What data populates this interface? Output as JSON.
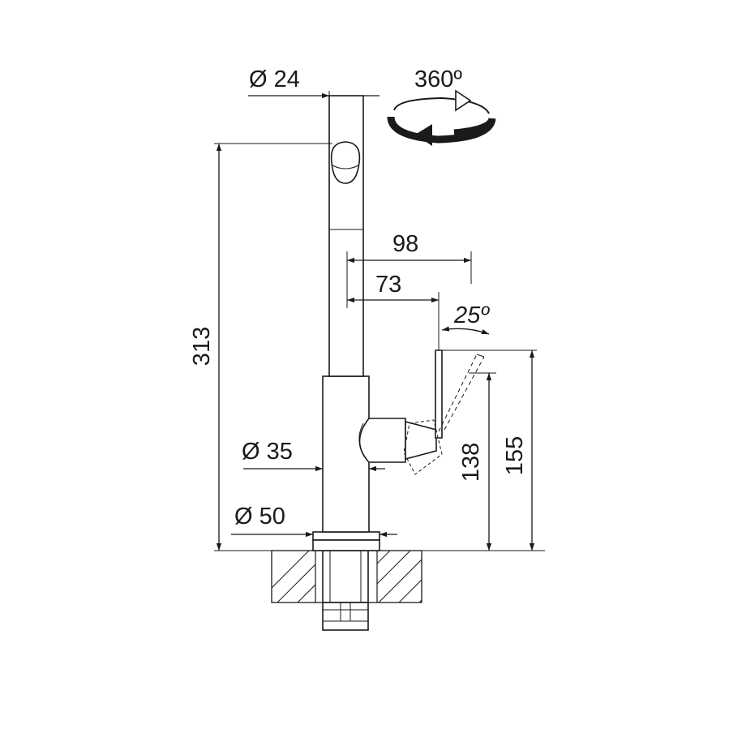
{
  "dimensions": {
    "spout_diameter": "Ø 24",
    "rotation": "360º",
    "reach_outer": "98",
    "reach_inner": "73",
    "lever_angle": "25º",
    "total_height": "313",
    "body_diameter": "Ø 35",
    "base_diameter": "Ø 50",
    "lever_height_low": "138",
    "lever_height_high": "155"
  }
}
